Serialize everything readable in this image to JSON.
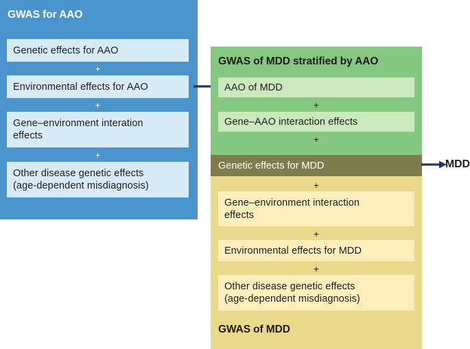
{
  "left_panel": {
    "title": "GWAS for AAO",
    "bg_color": "#4a94cd",
    "box_color": "#d6eaf8",
    "items": [
      {
        "label": "Genetic effects for AAO"
      },
      {
        "label": "Environmental effects for AAO"
      },
      {
        "label": "Gene–environment interation\neffects"
      },
      {
        "label": "Other disease genetic effects\n(age-dependent misdiagnosis)"
      }
    ],
    "operators": [
      "+",
      "+",
      "+"
    ]
  },
  "green_panel": {
    "title": "GWAS of MDD stratified by AAO",
    "bg_color": "#86c881",
    "box_color": "#cce8bd",
    "items": [
      {
        "label": "AAO of MDD"
      },
      {
        "label": "Gene–AAO interaction effects"
      }
    ],
    "operators": [
      "+",
      "+"
    ]
  },
  "olive_bar": {
    "label": "Genetic effects for MDD",
    "bg_color": "#7c7c4c",
    "text_color": "#ffffff"
  },
  "yellow_panel": {
    "title": "GWAS of MDD",
    "bg_color": "#ead98a",
    "box_color": "#fdeebc",
    "items": [
      {
        "label": "Gene–environment interaction\neffects"
      },
      {
        "label": "Environmental effects for MDD"
      },
      {
        "label": "Other disease genetic effects\n(age-dependent misdiagnosis)"
      }
    ],
    "operators": [
      "+",
      "+",
      "+"
    ]
  },
  "arrows": {
    "left_to_green": "arrow-right-icon",
    "olive_to_mdd": "arrow-right-icon",
    "color": "#1f3864"
  },
  "mdd_outcome": {
    "label": "MDD"
  }
}
